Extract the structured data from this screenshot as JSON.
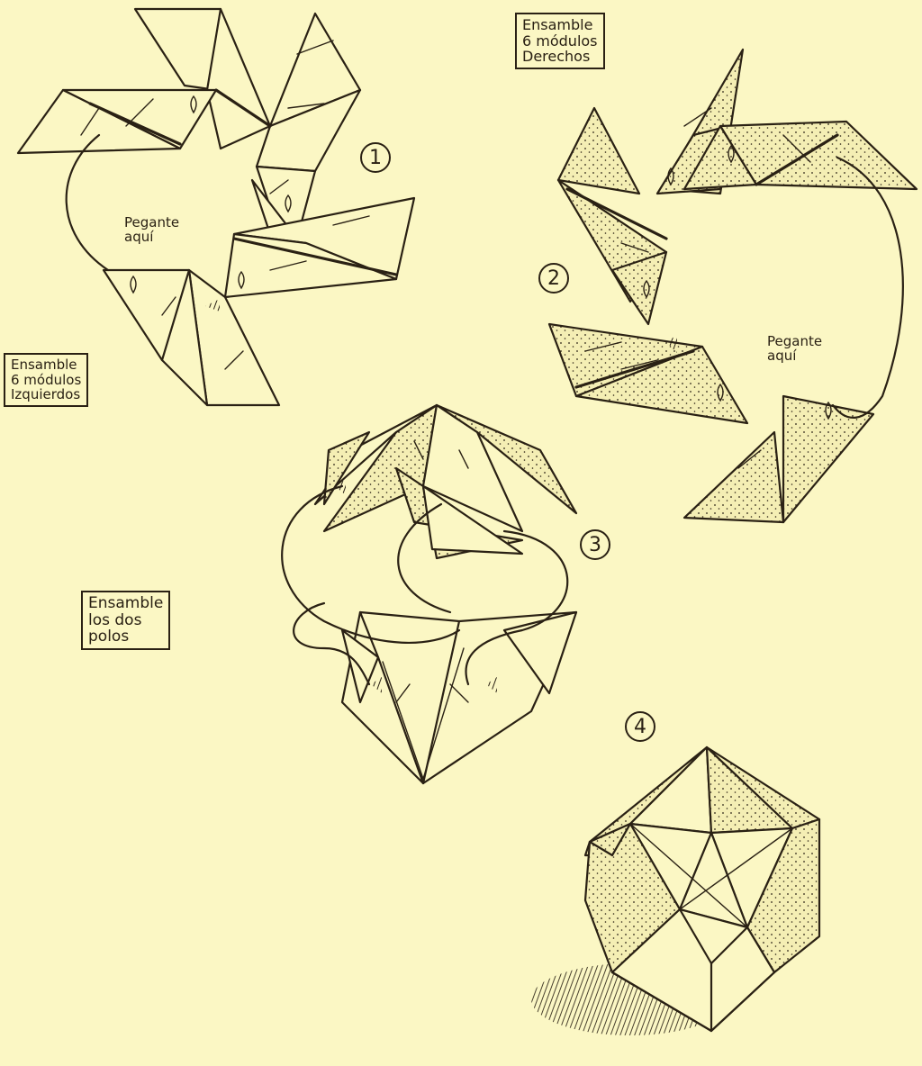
{
  "labels": {
    "right_modules": [
      "Ensamble",
      "6 módulos",
      "Derechos"
    ],
    "left_modules": [
      "Ensamble",
      "6 módulos",
      "Izquierdos"
    ],
    "join_poles": [
      "Ensamble",
      "los dos",
      "polos"
    ],
    "glue_left": [
      "Pegante",
      "aquí"
    ],
    "glue_right": [
      "Pegante",
      "aquí"
    ]
  },
  "steps": [
    "1",
    "2",
    "3",
    "4"
  ],
  "colors": {
    "paper": "#fbf7c4",
    "ink": "#2a2114"
  }
}
